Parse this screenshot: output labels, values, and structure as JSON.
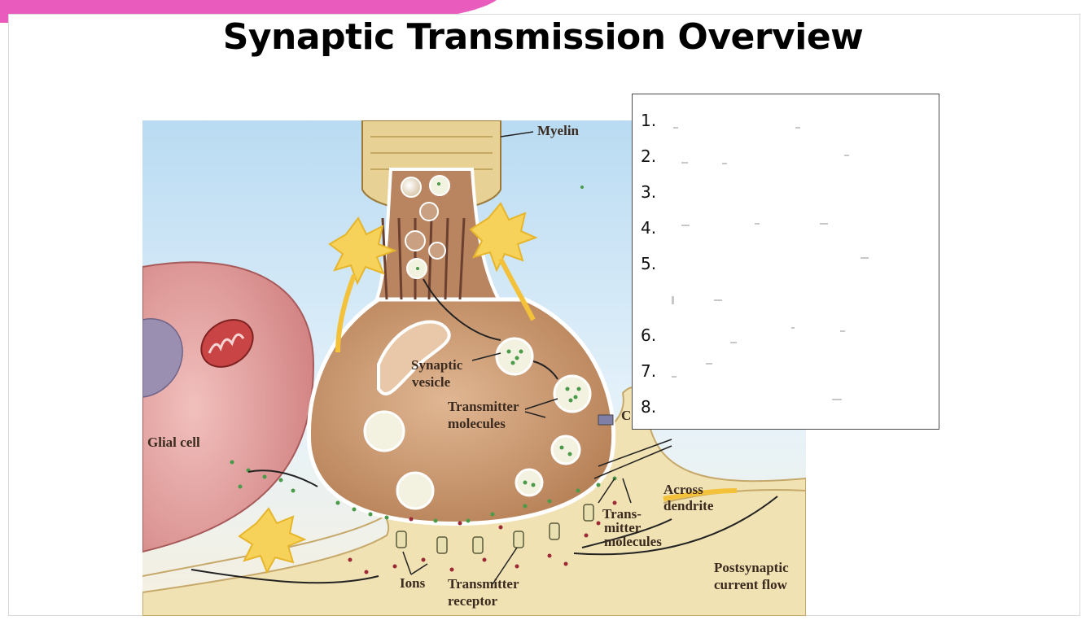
{
  "title": "Synaptic Transmission Overview",
  "diagram": {
    "labels": {
      "myelin": "Myelin",
      "glial_cell": "Glial cell",
      "synaptic_vesicle_1": "Synaptic",
      "synaptic_vesicle_2": "vesicle",
      "transmitter_molecules_1": "Transmitter",
      "transmitter_molecules_2": "molecules",
      "across_1": "Across",
      "across_2": "dendrite",
      "trans_1": "Trans-",
      "trans_2": "mitter",
      "trans_3": "molecules",
      "ions": "Ions",
      "transmitter_receptor_1": "Transmitter",
      "transmitter_receptor_2": "receptor",
      "postsynaptic_1": "Postsynaptic",
      "postsynaptic_2": "current flow",
      "c_partial": "C"
    },
    "colors": {
      "background_top": "#cfe6f5",
      "neuron": "#c99a73",
      "neuron_dark": "#a8744e",
      "glial": "#d88a8a",
      "membrane": "#f3e3b3",
      "arrow_yellow": "#f3c23a",
      "dot_green": "#4a9a4a",
      "dot_red": "#9c2a36"
    }
  },
  "answer_box": {
    "items": [
      "1.",
      "2.",
      "3.",
      "4.",
      "5.",
      "6.",
      "7.",
      "8."
    ]
  }
}
